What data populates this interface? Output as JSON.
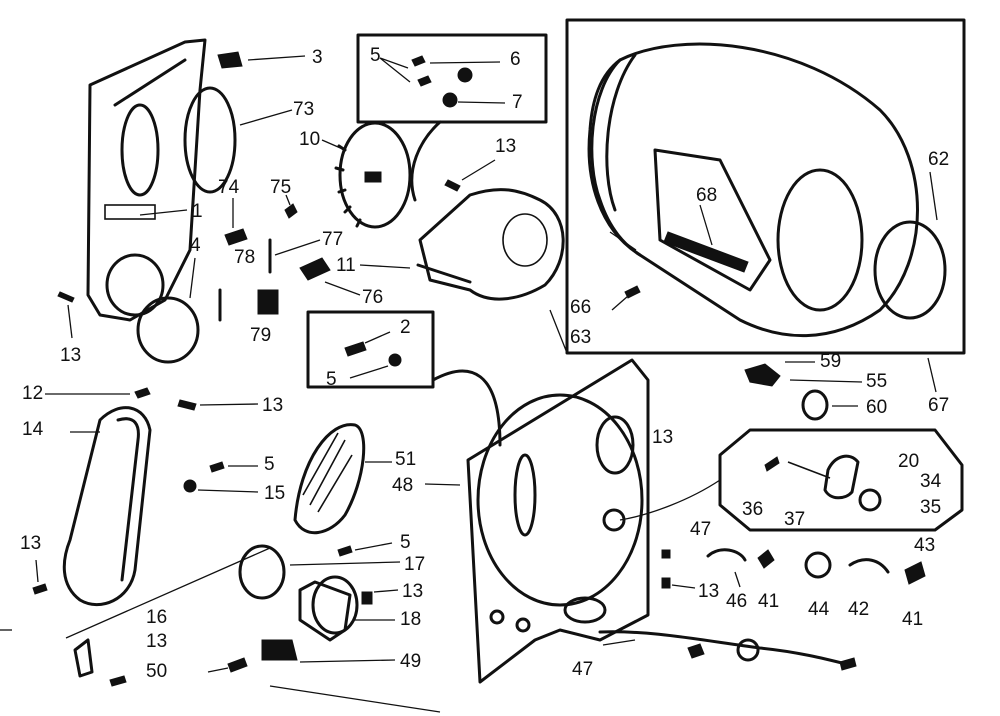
{
  "diagram": {
    "labels": {
      "l3": "3",
      "l73": "73",
      "l5a": "5",
      "l6": "6",
      "l7": "7",
      "l10": "10",
      "l13a": "13",
      "l74": "74",
      "l75": "75",
      "l1": "1",
      "l77": "77",
      "l78": "78",
      "l4": "4",
      "l11": "11",
      "l76": "76",
      "l13b": "13",
      "l79": "79",
      "l2": "2",
      "l5b": "5",
      "l68": "68",
      "l62": "62",
      "l66": "66",
      "l63": "63",
      "l59": "59",
      "l55": "55",
      "l60": "60",
      "l67": "67",
      "l12": "12",
      "l13c": "13",
      "l14": "14",
      "l13d": "13",
      "l5c": "5",
      "l15": "15",
      "l51": "51",
      "l48": "48",
      "l20": "20",
      "l34": "34",
      "l36": "36",
      "l37": "37",
      "l35": "35",
      "l13e": "13",
      "l47a": "47",
      "l5d": "5",
      "l17": "17",
      "l43": "43",
      "l13f": "13",
      "l13g": "13",
      "l46": "46",
      "l41a": "41",
      "l44": "44",
      "l42": "42",
      "l41b": "41",
      "l16": "16",
      "l18": "18",
      "l13h": "13",
      "l50": "50",
      "l49": "49",
      "l47b": "47"
    }
  }
}
